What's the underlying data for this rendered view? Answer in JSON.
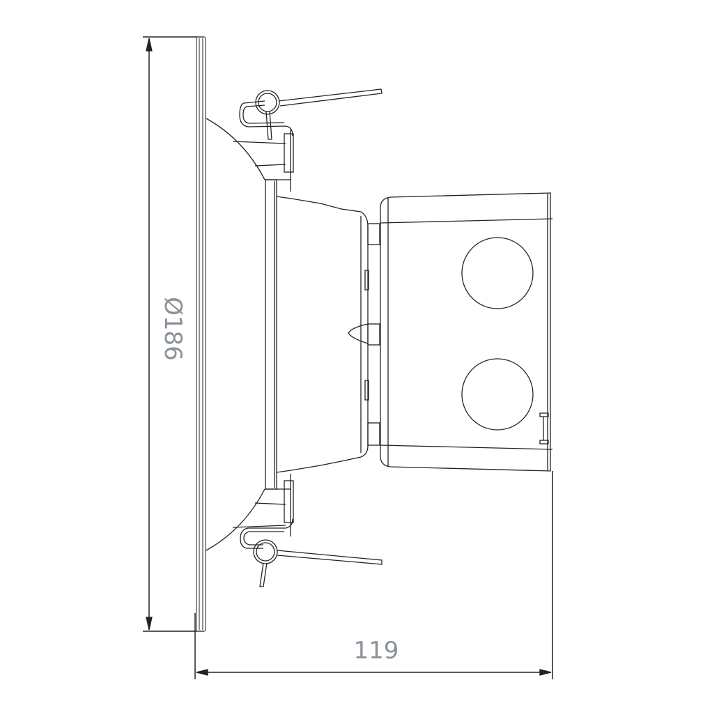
{
  "drawing": {
    "type": "technical side-view drawing of recessed downlight with spring clips and junction box",
    "line_color": "#222222",
    "label_color": "#8a9199"
  },
  "dimensions": {
    "diameter": {
      "label": "Ø186",
      "orientation": "vertical"
    },
    "depth": {
      "label": "119",
      "orientation": "horizontal"
    }
  }
}
